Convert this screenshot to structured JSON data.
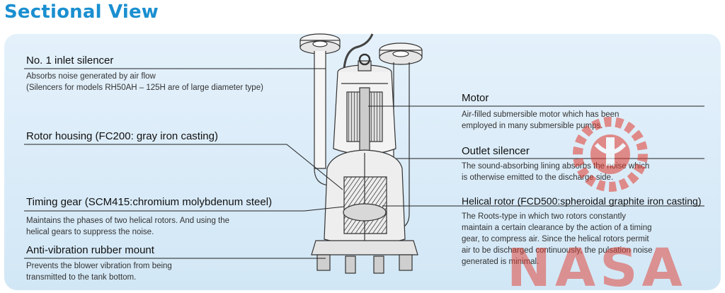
{
  "title": "Sectional View",
  "callouts": {
    "inlet_silencer": {
      "label": "No. 1 inlet silencer",
      "desc": "Absorbs noise generated by air flow\n(Silencers for models RH50AH – 125H are of large diameter type)"
    },
    "rotor_housing": {
      "label": "Rotor housing (FC200: gray iron casting)"
    },
    "timing_gear": {
      "label": "Timing gear (SCM415:chromium molybdenum steel)",
      "desc": "Maintains the phases of two helical rotors. And using the\nhelical gears to suppress the noise."
    },
    "rubber_mount": {
      "label": "Anti-vibration rubber mount",
      "desc": "Prevents the blower vibration from being\ntransmitted to the tank bottom."
    },
    "motor": {
      "label": "Motor",
      "desc": "Air-filled submersible motor which has been\nemployed in many submersible pumps."
    },
    "outlet_silencer": {
      "label": "Outlet silencer",
      "desc": "The sound-absorbing lining absorbs the noise which\nis otherwise emitted to the discharge side."
    },
    "helical_rotor": {
      "label": "Helical rotor (FCD500:spheroidal graphite iron casting)",
      "desc": "The Roots-type in which two rotors constantly\nmaintain a certain clearance by the action of a timing\ngear, to compress air. Since the helical rotors permit\nair to be discharged continuously, the pulsation noise\ngenerated is minimal."
    }
  },
  "watermark": {
    "text": "NASA",
    "color": "#e23b2e"
  },
  "colors": {
    "title": "#1a8fd0",
    "panel": "#dcecf8",
    "lines": "#222222"
  }
}
